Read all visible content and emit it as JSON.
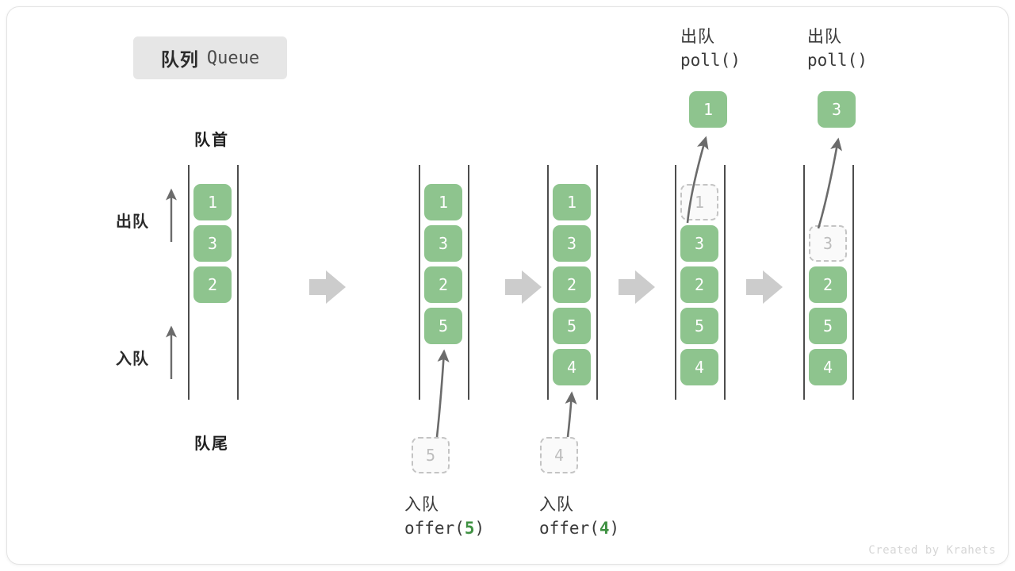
{
  "title": {
    "cn": "队列",
    "en": "Queue"
  },
  "labels": {
    "head": "队首",
    "tail": "队尾",
    "dequeue": "出队",
    "enqueue": "入队"
  },
  "watermark": "Created by Krahets",
  "colors": {
    "box_fill": "#8ec48e",
    "box_text": "#ffffff",
    "ghost_border": "#c4c4c4",
    "ghost_text": "#bdbdbd",
    "rail": "#4d4d4d",
    "arrow": "#6b6b6b",
    "step_arrow": "#cccccc",
    "accent_green": "#3f9142",
    "badge_bg": "#e6e6e6",
    "text_dark": "#2b2b2b"
  },
  "stages": [
    {
      "id": "stage-1",
      "slots": [
        {
          "value": "1",
          "state": "filled"
        },
        {
          "value": "3",
          "state": "filled"
        },
        {
          "value": "2",
          "state": "filled"
        }
      ],
      "pending": null,
      "popped": null,
      "caption_bottom": null,
      "caption_top": null
    },
    {
      "id": "stage-2",
      "slots": [
        {
          "value": "1",
          "state": "filled"
        },
        {
          "value": "3",
          "state": "filled"
        },
        {
          "value": "2",
          "state": "filled"
        },
        {
          "value": "5",
          "state": "filled"
        }
      ],
      "pending": {
        "value": "5",
        "state": "ghost"
      },
      "popped": null,
      "caption_bottom": {
        "cn": "入队",
        "fn": "offer(",
        "arg": "5",
        "fn_end": ")"
      },
      "caption_top": null
    },
    {
      "id": "stage-3",
      "slots": [
        {
          "value": "1",
          "state": "filled"
        },
        {
          "value": "3",
          "state": "filled"
        },
        {
          "value": "2",
          "state": "filled"
        },
        {
          "value": "5",
          "state": "filled"
        },
        {
          "value": "4",
          "state": "filled"
        }
      ],
      "pending": {
        "value": "4",
        "state": "ghost"
      },
      "popped": null,
      "caption_bottom": {
        "cn": "入队",
        "fn": "offer(",
        "arg": "4",
        "fn_end": ")"
      },
      "caption_top": null
    },
    {
      "id": "stage-4",
      "slots": [
        {
          "value": "1",
          "state": "ghost"
        },
        {
          "value": "3",
          "state": "filled"
        },
        {
          "value": "2",
          "state": "filled"
        },
        {
          "value": "5",
          "state": "filled"
        },
        {
          "value": "4",
          "state": "filled"
        }
      ],
      "pending": null,
      "popped": {
        "value": "1",
        "state": "filled"
      },
      "caption_bottom": null,
      "caption_top": {
        "cn": "出队",
        "fn": "poll()"
      }
    },
    {
      "id": "stage-5",
      "slots": [
        {
          "value": "",
          "state": "empty"
        },
        {
          "value": "3",
          "state": "ghost"
        },
        {
          "value": "2",
          "state": "filled"
        },
        {
          "value": "5",
          "state": "filled"
        },
        {
          "value": "4",
          "state": "filled"
        }
      ],
      "pending": null,
      "popped": {
        "value": "3",
        "state": "filled"
      },
      "caption_bottom": null,
      "caption_top": {
        "cn": "出队",
        "fn": "poll()"
      }
    }
  ]
}
